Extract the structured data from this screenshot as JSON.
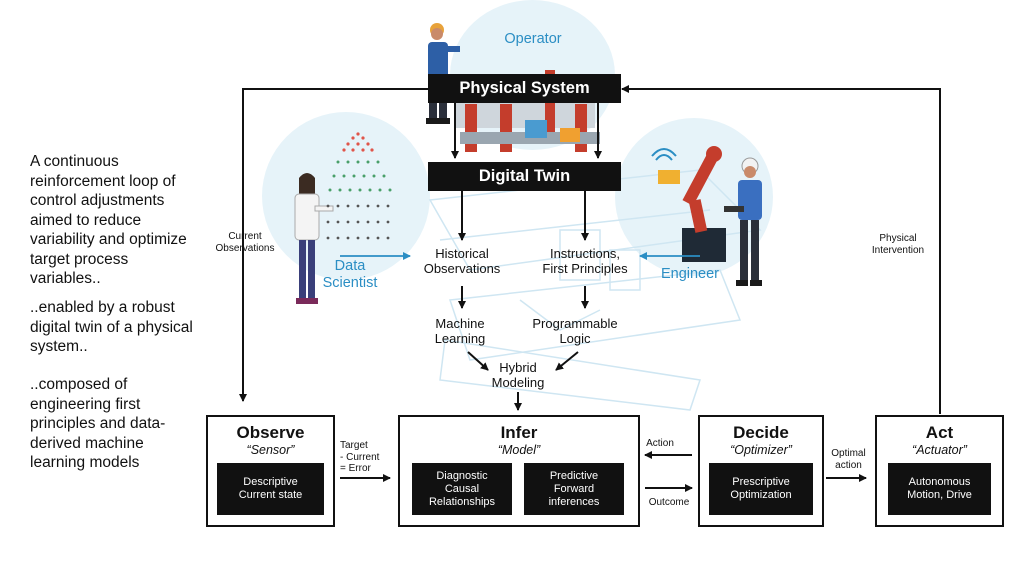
{
  "side_text": {
    "p1": "A continuous reinforcement loop of control adjustments aimed to reduce variability and optimize target process variables..",
    "p2": "..enabled by a robust digital twin of a physical system..",
    "p3": "..composed of engineering first principles and data-derived machine learning models"
  },
  "roles": {
    "operator": "Operator",
    "data_scientist": "Data\nScientist",
    "engineer": "Engineer"
  },
  "bars": {
    "physical_system": "Physical System",
    "digital_twin": "Digital Twin"
  },
  "flow": {
    "historical": "Historical\nObservations",
    "instructions": "Instructions,\nFirst Principles",
    "machine_learning": "Machine\nLearning",
    "programmable_logic": "Programmable\nLogic",
    "hybrid_modeling": "Hybrid\nModeling"
  },
  "edges": {
    "current_observations": "Current\nObservations",
    "physical_intervention": "Physical\nIntervention",
    "target_error": "Target\n- Current\n= Error",
    "action": "Action",
    "outcome": "Outcome",
    "optimal_action": "Optimal\naction"
  },
  "stages": {
    "observe": {
      "title": "Observe",
      "subtitle": "“Sensor”",
      "inner": "Descriptive\nCurrent state"
    },
    "infer": {
      "title": "Infer",
      "subtitle": "“Model”",
      "inner_left": "Diagnostic\nCausal\nRelationships",
      "inner_right": "Predictive\nForward\ninferences"
    },
    "decide": {
      "title": "Decide",
      "subtitle": "“Optimizer”",
      "inner": "Prescriptive\nOptimization"
    },
    "act": {
      "title": "Act",
      "subtitle": "“Actuator”",
      "inner": "Autonomous\nMotion, Drive"
    }
  },
  "colors": {
    "accent": "#2b8ec4",
    "bar": "#111111",
    "blob": "#e6f3f9"
  }
}
